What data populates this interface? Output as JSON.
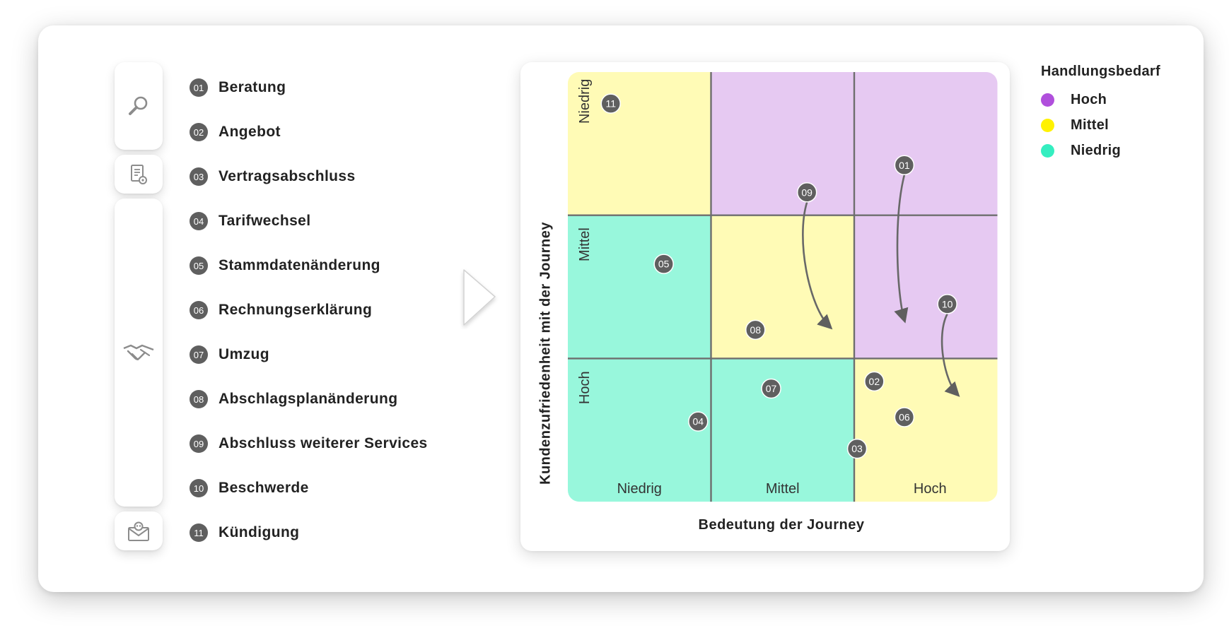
{
  "phases": [
    {
      "icon": "magnifier-icon"
    },
    {
      "icon": "document-gear-icon"
    },
    {
      "icon": "handshake-icon"
    },
    {
      "icon": "envelope-skull-icon"
    }
  ],
  "journeys": [
    {
      "num": "01",
      "label": "Beratung"
    },
    {
      "num": "02",
      "label": "Angebot"
    },
    {
      "num": "03",
      "label": "Vertragsabschluss"
    },
    {
      "num": "04",
      "label": "Tarifwechsel"
    },
    {
      "num": "05",
      "label": "Stammdatenänderung"
    },
    {
      "num": "06",
      "label": "Rechnungserklärung"
    },
    {
      "num": "07",
      "label": "Umzug"
    },
    {
      "num": "08",
      "label": "Abschlagsplanänderung"
    },
    {
      "num": "09",
      "label": "Abschluss weiterer Services"
    },
    {
      "num": "10",
      "label": "Beschwerde"
    },
    {
      "num": "11",
      "label": "Kündigung"
    }
  ],
  "matrix": {
    "x_axis_title": "Bedeutung der Journey",
    "y_axis_title": "Kundenzufriedenheit mit der Journey",
    "x_levels": [
      "Niedrig",
      "Mittel",
      "Hoch"
    ],
    "y_levels": [
      "Niedrig",
      "Mittel",
      "Hoch"
    ],
    "cell_need": [
      [
        "Mittel",
        "Hoch",
        "Hoch"
      ],
      [
        "Niedrig",
        "Mittel",
        "Hoch"
      ],
      [
        "Niedrig",
        "Niedrig",
        "Mittel"
      ]
    ],
    "markers": [
      {
        "id": "01",
        "x": 2.35,
        "y": 0.65
      },
      {
        "id": "02",
        "x": 2.14,
        "y": 2.16
      },
      {
        "id": "03",
        "x": 2.02,
        "y": 2.63
      },
      {
        "id": "04",
        "x": 0.91,
        "y": 2.44
      },
      {
        "id": "05",
        "x": 0.67,
        "y": 1.34
      },
      {
        "id": "06",
        "x": 2.35,
        "y": 2.41
      },
      {
        "id": "07",
        "x": 1.42,
        "y": 2.21
      },
      {
        "id": "08",
        "x": 1.31,
        "y": 1.8
      },
      {
        "id": "09",
        "x": 1.67,
        "y": 0.84
      },
      {
        "id": "10",
        "x": 2.65,
        "y": 1.62
      },
      {
        "id": "11",
        "x": 0.3,
        "y": 0.22
      }
    ],
    "moves": [
      {
        "from": "09",
        "to_x": 1.83,
        "to_y": 1.78
      },
      {
        "from": "01",
        "to_x": 2.35,
        "to_y": 1.73
      },
      {
        "from": "10",
        "to_x": 2.72,
        "to_y": 2.25
      }
    ]
  },
  "legend": {
    "title": "Handlungsbedarf",
    "items": [
      {
        "label": "Hoch",
        "color": "#b04fdc"
      },
      {
        "label": "Mittel",
        "color": "#fff200"
      },
      {
        "label": "Niedrig",
        "color": "#34eec0"
      }
    ]
  },
  "cell_colors": {
    "Hoch": "#e6c9f2",
    "Mittel": "#fffbb6",
    "Niedrig": "#98f7dc"
  },
  "colors": {
    "badge": "#5f5f5f",
    "grid_line": "#6e6e6e"
  }
}
